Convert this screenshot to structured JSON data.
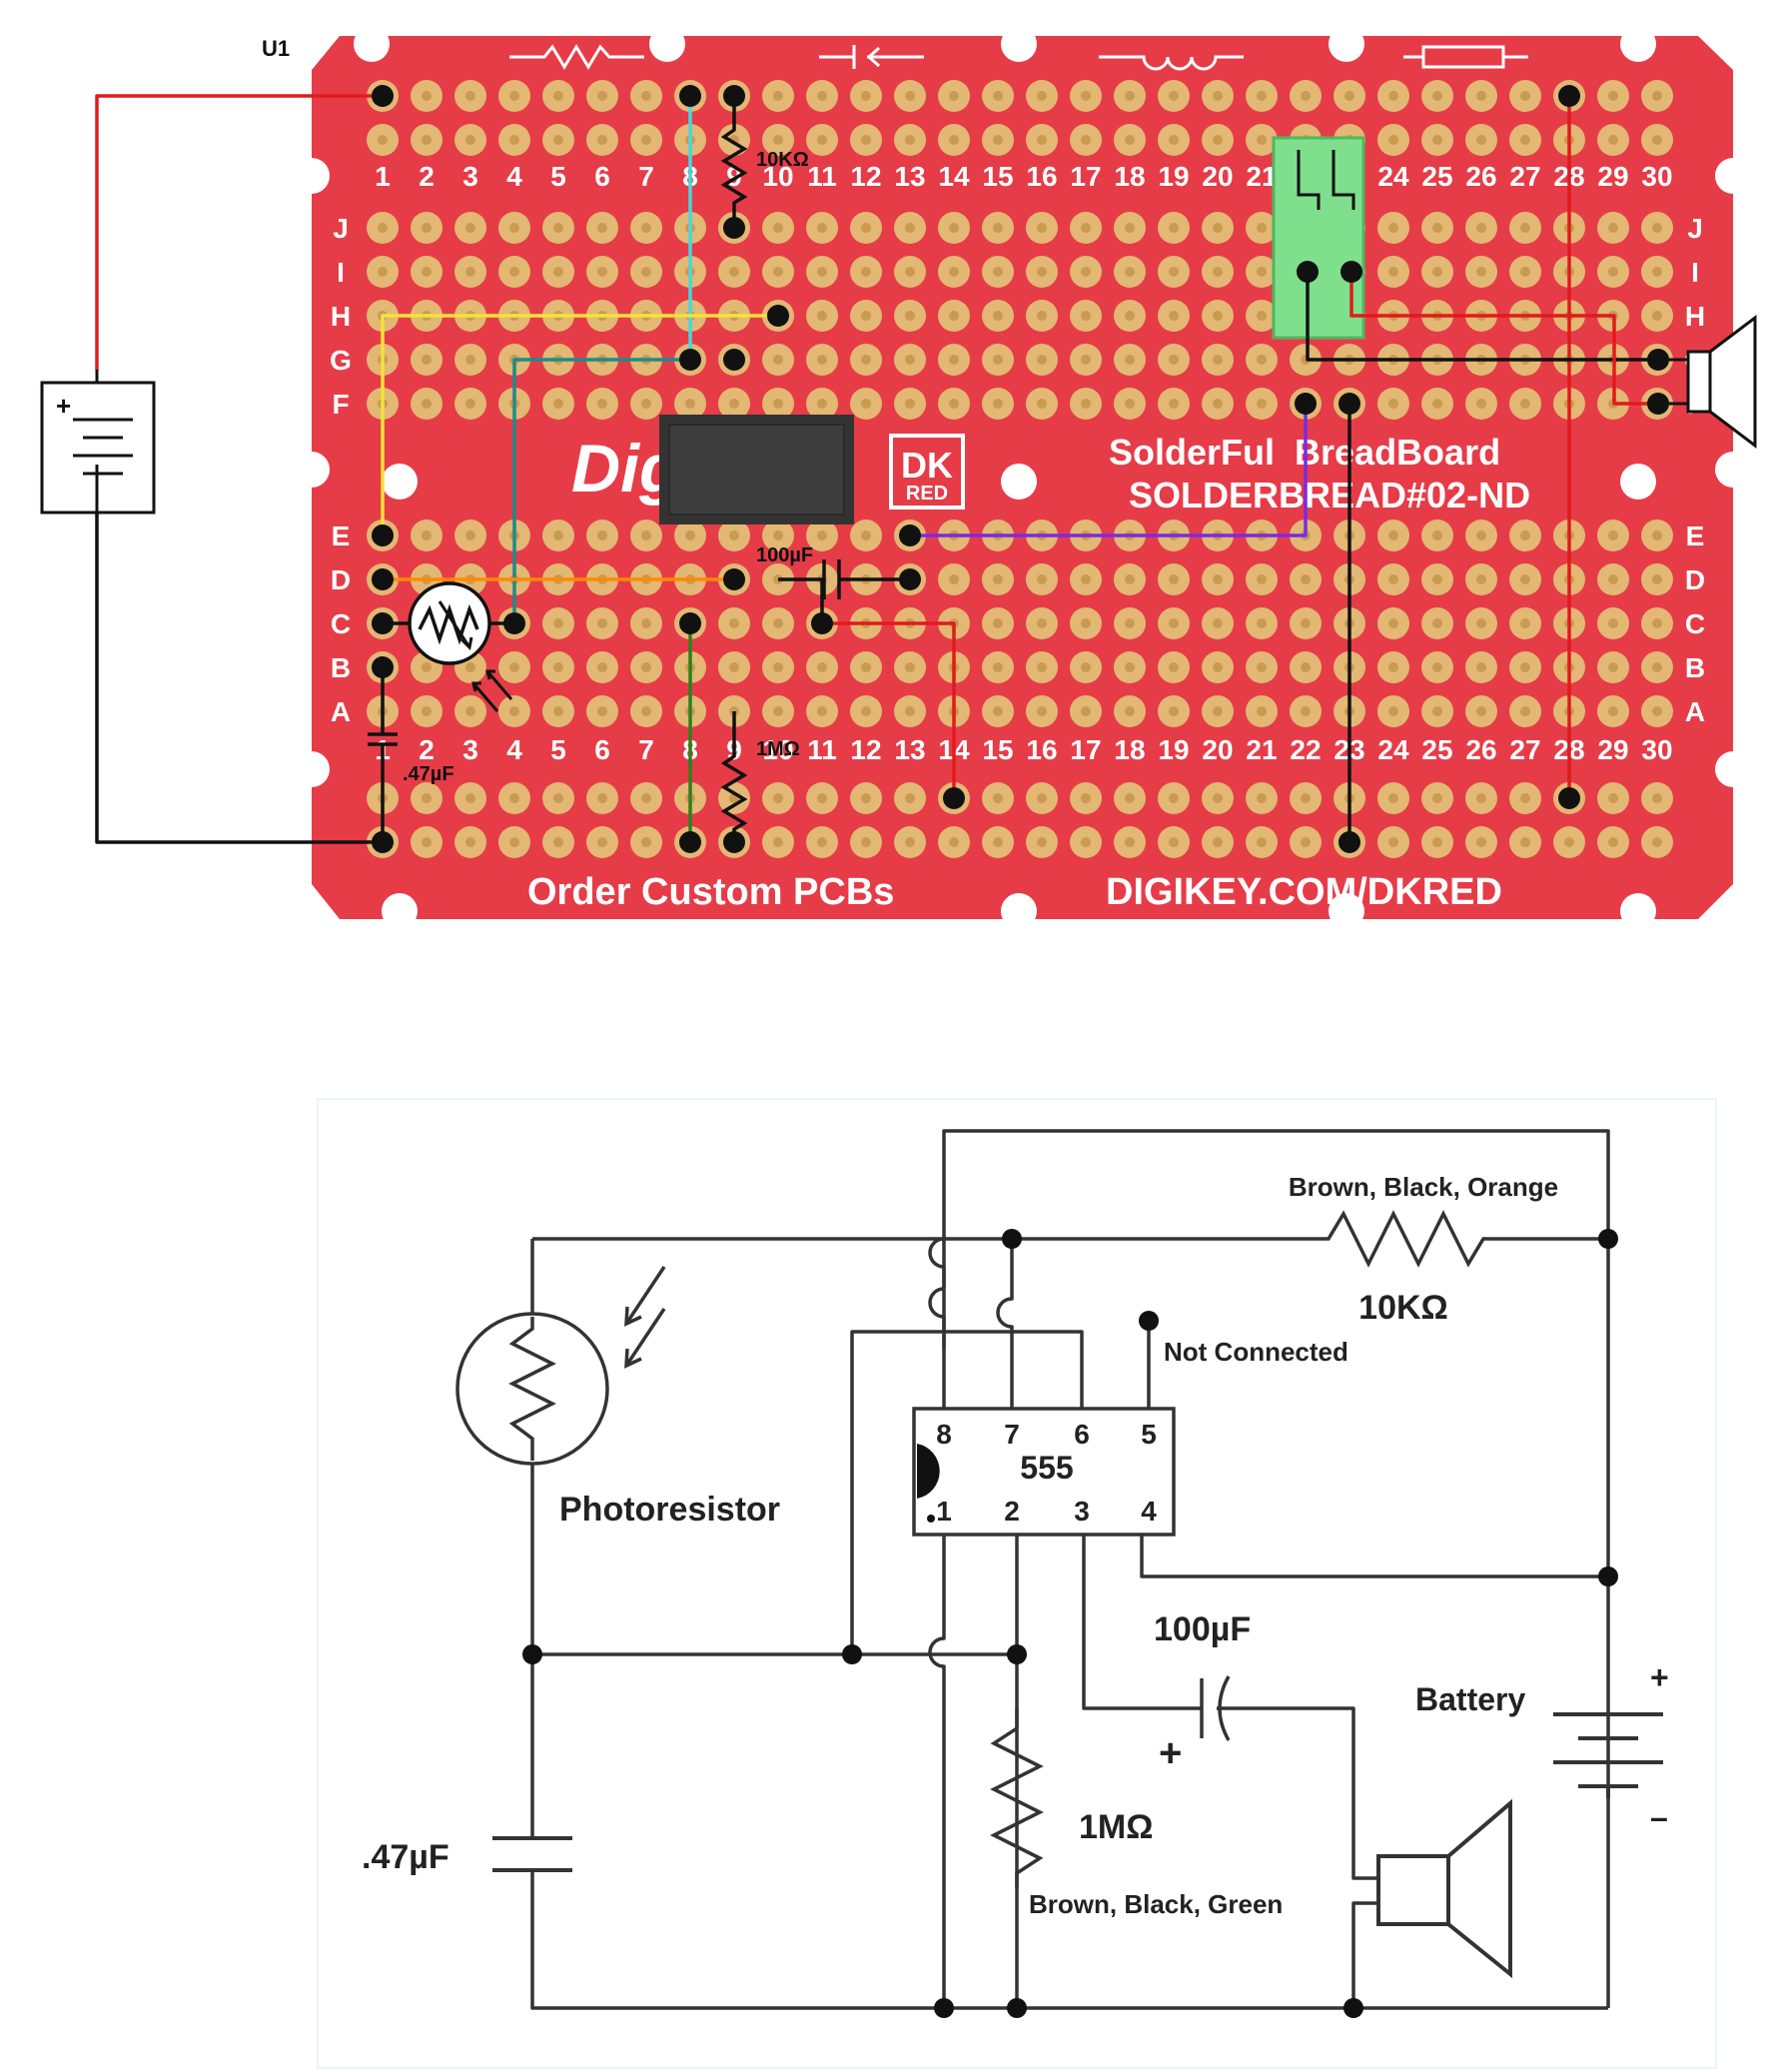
{
  "colors": {
    "board": "#e63c48",
    "pad": "#e3b774",
    "pad_hole": "#c99a52",
    "wire_red": "#e01b1b",
    "wire_black": "#111111",
    "wire_cyan": "#48d7de",
    "wire_teal": "#1f8a8a",
    "wire_yellow": "#f2e33a",
    "wire_orange": "#ff8a00",
    "wire_purple": "#7a2be0",
    "wire_green": "#2f7f1c",
    "terminal_block": "#7ee08d"
  },
  "breadboard": {
    "component_ref": "U1",
    "column_numbers": [
      "1",
      "2",
      "3",
      "4",
      "5",
      "6",
      "7",
      "8",
      "9",
      "10",
      "11",
      "12",
      "13",
      "14",
      "15",
      "16",
      "17",
      "18",
      "19",
      "20",
      "21",
      "22",
      "23",
      "24",
      "25",
      "26",
      "27",
      "28",
      "29",
      "30"
    ],
    "upper_row_letters": [
      "J",
      "I",
      "H",
      "G",
      "F"
    ],
    "lower_row_letters": [
      "E",
      "D",
      "C",
      "B",
      "A"
    ],
    "brand_text": "Dig",
    "logo_top": "DK",
    "logo_bottom": "RED",
    "product_line1": "SolderFul  BreadBoard",
    "product_line2": "SOLDERBREAD#02-ND",
    "footer_left": "Order Custom PCBs",
    "footer_right": "DIGIKEY.COM/DKRED",
    "labels": {
      "r_top": "10KΩ",
      "cap_100": "100µF",
      "r_bottom": "1MΩ",
      "cap_047": ".47µF",
      "battery_plus": "+"
    },
    "legend_icons": [
      "resistor-icon",
      "capacitor-icon",
      "inductor-icon",
      "fuse-icon"
    ]
  },
  "schematic": {
    "ic_name": "555",
    "ic_top_pins": [
      "8",
      "7",
      "6",
      "5"
    ],
    "ic_bottom_pins": [
      "1",
      "2",
      "3",
      "4"
    ],
    "r_top_colors": "Brown, Black, Orange",
    "r_top_value": "10KΩ",
    "not_connected": "Not Connected",
    "photoresistor": "Photoresistor",
    "cap_100": "100µF",
    "cap_plus": "+",
    "battery": "Battery",
    "battery_plus": "+",
    "battery_minus": "–",
    "r_bottom_value": "1MΩ",
    "r_bottom_colors": "Brown, Black, Green",
    "cap_047": ".47µF"
  }
}
